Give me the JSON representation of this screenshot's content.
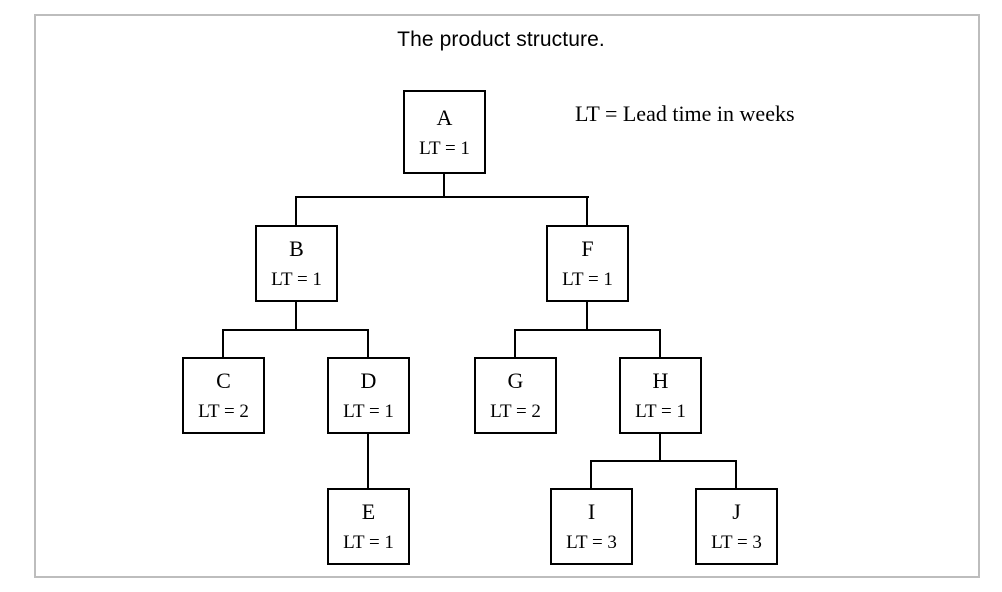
{
  "figure": {
    "title": "The product structure.",
    "legend": "LT = Lead time in weeks",
    "frame_color": "#bdbdbd",
    "line_color": "#000000",
    "background": "#ffffff"
  },
  "nodes": {
    "A": {
      "code": "A",
      "lt": "LT = 1",
      "lead_time_weeks": 1,
      "level": 0
    },
    "B": {
      "code": "B",
      "lt": "LT = 1",
      "lead_time_weeks": 1,
      "level": 1
    },
    "F": {
      "code": "F",
      "lt": "LT = 1",
      "lead_time_weeks": 1,
      "level": 1
    },
    "C": {
      "code": "C",
      "lt": "LT = 2",
      "lead_time_weeks": 2,
      "level": 2
    },
    "D": {
      "code": "D",
      "lt": "LT = 1",
      "lead_time_weeks": 1,
      "level": 2
    },
    "G": {
      "code": "G",
      "lt": "LT = 2",
      "lead_time_weeks": 2,
      "level": 2
    },
    "H": {
      "code": "H",
      "lt": "LT = 1",
      "lead_time_weeks": 1,
      "level": 2
    },
    "E": {
      "code": "E",
      "lt": "LT = 1",
      "lead_time_weeks": 1,
      "level": 3
    },
    "I": {
      "code": "I",
      "lt": "LT = 3",
      "lead_time_weeks": 3,
      "level": 3
    },
    "J": {
      "code": "J",
      "lt": "LT = 3",
      "lead_time_weeks": 3,
      "level": 3
    }
  },
  "edges": [
    {
      "parent": "A",
      "child": "B"
    },
    {
      "parent": "A",
      "child": "F"
    },
    {
      "parent": "B",
      "child": "C"
    },
    {
      "parent": "B",
      "child": "D"
    },
    {
      "parent": "F",
      "child": "G"
    },
    {
      "parent": "F",
      "child": "H"
    },
    {
      "parent": "D",
      "child": "E"
    },
    {
      "parent": "H",
      "child": "I"
    },
    {
      "parent": "H",
      "child": "J"
    }
  ]
}
